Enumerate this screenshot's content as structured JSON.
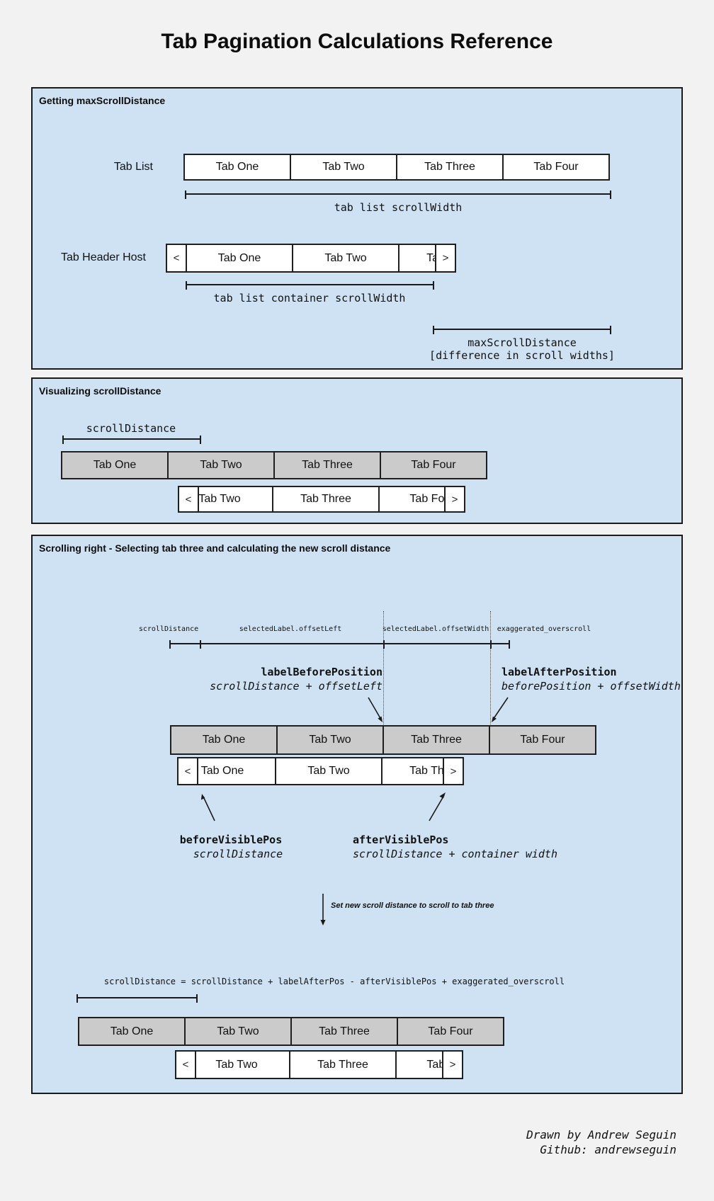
{
  "title": "Tab Pagination Calculations Reference",
  "tabs": [
    "Tab One",
    "Tab Two",
    "Tab Three",
    "Tab Four"
  ],
  "paginator": {
    "prev": "<",
    "next": ">"
  },
  "colors": {
    "page_bg": "#f2f2f2",
    "panel_bg": "#cfe2f3",
    "tab_white": "#ffffff",
    "tab_gray": "#cbcbcb",
    "line": "#1a1a1a"
  },
  "section_max_scroll": {
    "header": "Getting maxScrollDistance",
    "tab_list_label": "Tab List",
    "tab_list_scroll_width_caption": "tab list scrollWidth",
    "tab_header_host_label": "Tab Header Host",
    "container_scroll_width_caption": "tab list container scrollWidth",
    "max_scroll_distance_caption": "maxScrollDistance",
    "max_scroll_distance_note": "[difference in scroll widths]"
  },
  "section_scroll_distance": {
    "header": "Visualizing scrollDistance",
    "scroll_distance_caption": "scrollDistance"
  },
  "section_scrolling_right": {
    "header": "Scrolling right - Selecting tab three and calculating the new scroll distance",
    "measure_labels": [
      "scrollDistance",
      "selectedLabel.offsetLeft",
      "selectedLabel.offsetWidth",
      "exaggerated_overscroll"
    ],
    "label_before_position_title": "labelBeforePosition",
    "label_before_position_formula": "scrollDistance + offsetLeft",
    "label_after_position_title": "labelAfterPosition",
    "label_after_position_formula": "beforePosition + offsetWidth",
    "before_visible_pos_title": "beforeVisiblePos",
    "before_visible_pos_formula": "scrollDistance",
    "after_visible_pos_title": "afterVisiblePos",
    "after_visible_pos_formula": "scrollDistance + container width",
    "action_note": "Set new scroll distance to scroll to tab three",
    "new_scroll_distance_formula": "scrollDistance = scrollDistance + labelAfterPos - afterVisiblePos + exaggerated_overscroll"
  },
  "footer": {
    "credit_line": "Drawn by Andrew Seguin",
    "github_line": "Github: andrewseguin"
  }
}
